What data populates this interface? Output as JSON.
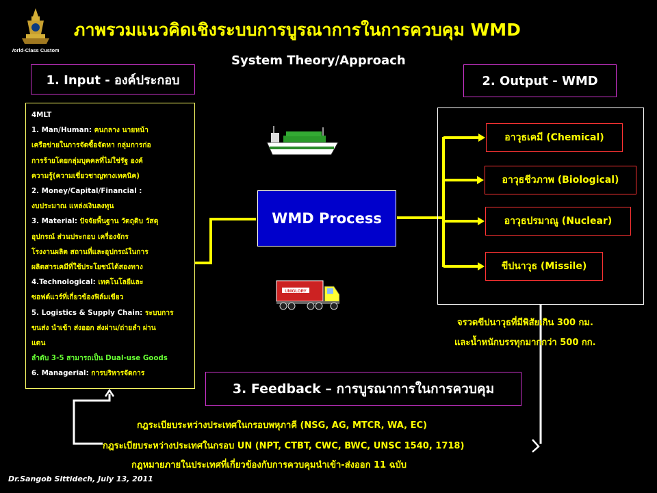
{
  "header": {
    "title": "ภาพรวมแนวคิดเชิงระบบการบูรณาการในการควบคุม WMD",
    "subtitle": "System Theory/Approach",
    "logo_text": "World-Class Customs"
  },
  "input": {
    "heading": "1. Input - องค์ประกอบ",
    "lines": [
      [
        {
          "t": "4MLT",
          "c": "lbl"
        }
      ],
      [
        {
          "t": "1. Man/Human: ",
          "c": "lbl"
        },
        {
          "t": "คนกลาง นายหน้า",
          "c": "yl"
        }
      ],
      [
        {
          "t": "เครือข่ายในการจัดซื้อจัดหา กลุ่มการก่อ",
          "c": "yl"
        }
      ],
      [
        {
          "t": "การร้ายโดยกลุ่มบุคคลที่ไม่ใช่รัฐ องค์",
          "c": "yl"
        }
      ],
      [
        {
          "t": "ความรู้(ความเชี่ยวชาญทางเทคนิค)",
          "c": "yl"
        }
      ],
      [
        {
          "t": "2. Money/Capital/Financial :",
          "c": "lbl"
        }
      ],
      [
        {
          "t": "งบประมาณ แหล่งเงินลงทุน",
          "c": "yl"
        }
      ],
      [
        {
          "t": "3. Material: ",
          "c": "lbl"
        },
        {
          "t": "ปัจจัยพื้นฐาน วัตถุดิบ วัสดุ",
          "c": "yl"
        }
      ],
      [
        {
          "t": "อุปกรณ์ ส่วนประกอบ เครื่องจักร",
          "c": "yl"
        }
      ],
      [
        {
          "t": "โรงงานผลิต สถานที่และอุปกรณ์ในการ",
          "c": "yl"
        }
      ],
      [
        {
          "t": "ผลิตสารเคมีที่ใช้ประโยชน์ได้สองทาง",
          "c": "yl"
        }
      ],
      [
        {
          "t": "4.Technological: ",
          "c": "lbl"
        },
        {
          "t": "เทคโนโลยีและ",
          "c": "yl"
        }
      ],
      [
        {
          "t": "ซอฟต์แวร์ที่เกี่ยวข้องฟิล์มเขียว",
          "c": "yl"
        }
      ],
      [
        {
          "t": "5. Logistics & Supply Chain: ",
          "c": "lbl"
        },
        {
          "t": "ระบบการ",
          "c": "yl"
        }
      ],
      [
        {
          "t": "ขนส่ง นำเข้า ส่งออก ส่งผ่าน/ถ่ายลำ ผ่าน",
          "c": "yl"
        }
      ],
      [
        {
          "t": "แดน",
          "c": "yl"
        }
      ],
      [
        {
          "t": " ลำดับ 3-5 สามารถเป็น Dual-use Goods",
          "c": "gr"
        }
      ],
      [
        {
          "t": "6. Managerial: ",
          "c": "lbl"
        },
        {
          "t": "การบริหารจัดการ",
          "c": "yl"
        }
      ]
    ]
  },
  "process": {
    "label": "WMD Process"
  },
  "output": {
    "heading": "2. Output - WMD",
    "weapons": [
      "อาวุธเคมี (Chemical)",
      "อาวุธชีวภาพ (Biological)",
      "อาวุธปรมาณู (Nuclear)",
      "ขีปนาวุธ (Missile)"
    ],
    "notes": [
      "จรวดขีปนาวุธที่มีพิสัยเกิน 300 กม.",
      "และน้ำหนักบรรทุกมากกว่า 500 กก."
    ]
  },
  "truck": {
    "container_label": "UNIGLORY"
  },
  "feedback": {
    "heading": "3. Feedback – การบูรณาการในการควบคุม",
    "lines": [
      "กฎระเบียบระหว่างประเทศในกรอบพหุภาคี (NSG, AG, MTCR, WA, EC)",
      "กฎระเบียบระหว่างประเทศในกรอบ UN (NPT, CTBT, CWC, BWC, UNSC 1540, 1718)",
      "กฎหมายภายในประเทศที่เกี่ยวข้องกับการควบคุมนำเข้า-ส่งออก 11 ฉบับ"
    ]
  },
  "footer": {
    "author": "Dr.Sangob  Sittidech, July 13, 2011"
  },
  "colors": {
    "yellow": "#ffff00",
    "magenta_border": "#cc33cc",
    "process_blue": "#0000cc",
    "weapon_border": "#ff3333",
    "green": "#66ff33"
  }
}
